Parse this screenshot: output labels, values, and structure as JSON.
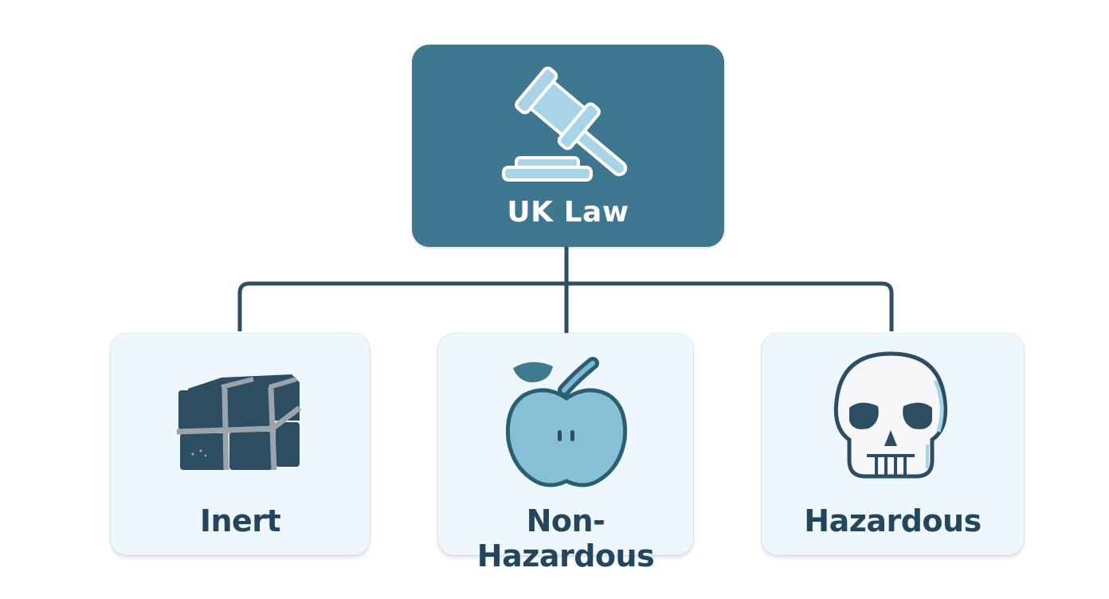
{
  "diagram": {
    "root": {
      "label": "UK Law",
      "icon": "gavel-icon"
    },
    "children": [
      {
        "label": "Inert",
        "icon": "bricks-icon"
      },
      {
        "label": "Non-Hazardous",
        "icon": "apple-icon"
      },
      {
        "label": "Hazardous",
        "icon": "skull-icon"
      }
    ],
    "colors": {
      "root_fill": "#3f7690",
      "child_fill": "#eef7fb",
      "connector": "#2f4e63",
      "label_text": "#23465c",
      "icon_light": "#a9d3e6",
      "icon_dark": "#2c4d62"
    }
  }
}
